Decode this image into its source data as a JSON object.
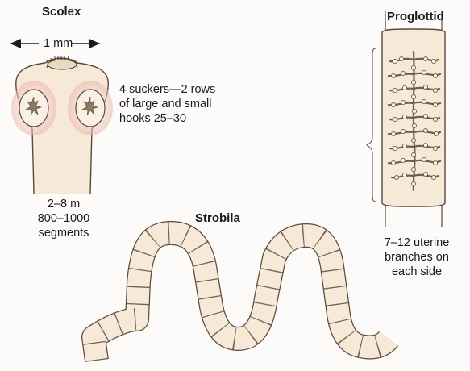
{
  "scolex": {
    "title": "Scolex",
    "scale": "1 mm",
    "suckers_lines": [
      "4 suckers—2 rows",
      "of large and small",
      "hooks 25–30"
    ],
    "length_lines": [
      "2–8 m",
      "800–1000",
      "segments"
    ]
  },
  "strobila": {
    "title": "Strobila"
  },
  "proglottid": {
    "title": "Proglottid",
    "branches_lines": [
      "7–12 uterine",
      "branches on",
      "each side"
    ]
  },
  "colors": {
    "body_fill": "#f6e9d8",
    "outline": "#5a4a3c",
    "sucker_pink": "#e8b3a8",
    "uterus": "#8a7a60"
  }
}
